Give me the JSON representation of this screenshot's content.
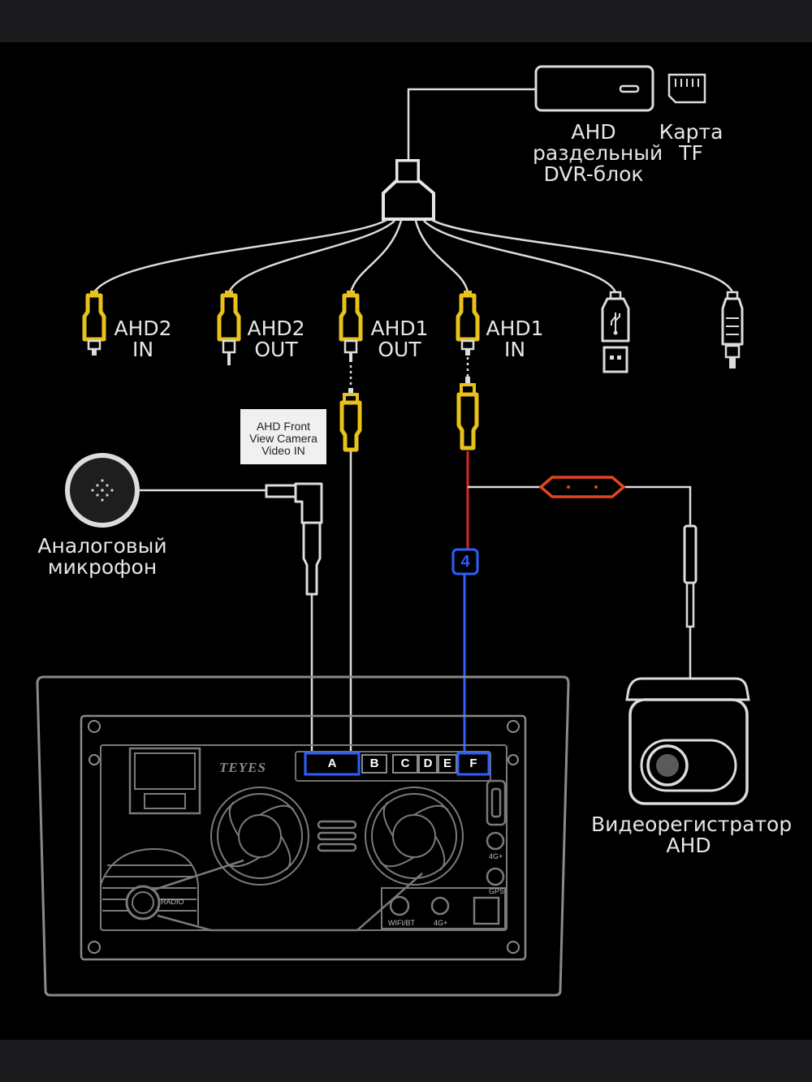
{
  "dvr_box": {
    "label_lines": [
      "AHD",
      "раздельный",
      "DVR-блок"
    ]
  },
  "tf_card": {
    "label_lines": [
      "Карта",
      "TF"
    ]
  },
  "connectors": [
    {
      "id": "ahd2-in",
      "lines": [
        "AHD2",
        "IN"
      ]
    },
    {
      "id": "ahd2-out",
      "lines": [
        "AHD2",
        "OUT"
      ]
    },
    {
      "id": "ahd1-out",
      "lines": [
        "AHD1",
        "OUT"
      ]
    },
    {
      "id": "ahd1-in",
      "lines": [
        "AHD1",
        "IN"
      ]
    }
  ],
  "front_camera_note": {
    "lines": [
      "AHD Front",
      "View Camera",
      "Video IN"
    ]
  },
  "microphone": {
    "label_lines": [
      "Аналоговый",
      "микрофон"
    ]
  },
  "dashcam": {
    "label_lines": [
      "Видеорегистратор",
      "AHD"
    ]
  },
  "wire_badge": "4",
  "head_unit": {
    "brand": "TEYES",
    "ports": [
      "A",
      "B",
      "C",
      "D",
      "E",
      "F"
    ],
    "small_labels": {
      "radio": "RADIO",
      "wifi_bt": "WIFI/BT",
      "g4_bottom": "4G+",
      "g4_side": "4G+",
      "gps": "GPS"
    }
  },
  "colors": {
    "background": "#000000",
    "frame": "#1b1b1d",
    "rca_yellow": "#e8c21a",
    "wire": "#d8d8d8",
    "red_wire": "#d8281e",
    "blue_wire": "#2d5fff"
  }
}
